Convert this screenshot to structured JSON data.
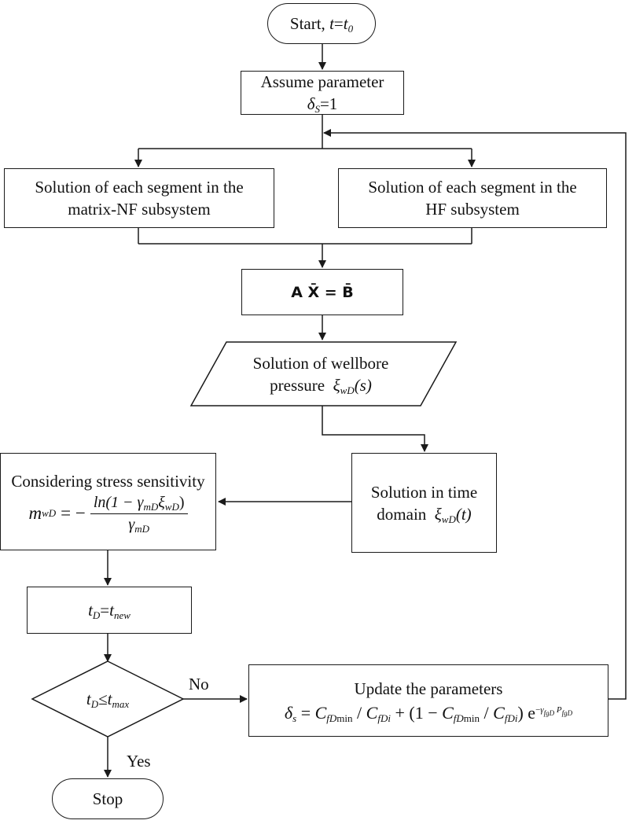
{
  "nodes": {
    "start": {
      "label": "Start, ",
      "var": "t",
      "eq": "=",
      "sub_var": "t",
      "sub": "0"
    },
    "assume": {
      "line1": "Assume parameter",
      "var": "δ",
      "sub": "S",
      "value": "=1"
    },
    "seg_matrix": {
      "line1": "Solution of each segment in the",
      "line2": "matrix-NF subsystem"
    },
    "seg_hf": {
      "line1": "Solution of each segment in the",
      "line2": "HF subsystem"
    },
    "linear_system": {
      "text": "A X̄ = B̄"
    },
    "wellbore": {
      "line1": "Solution of wellbore",
      "line2": "pressure",
      "var": "ξ",
      "sub": "wD",
      "arg": "(s)"
    },
    "time_domain": {
      "line1": "Solution in time",
      "line2": "domain",
      "var": "ξ",
      "sub": "wD",
      "arg": "(t)"
    },
    "stress": {
      "title": "Considering stress sensitivity",
      "lhs": "m",
      "lhs_sub": "wD",
      "eq": "= −",
      "num": "ln(1 − γ",
      "num_sub1": "mD",
      "num_mid": "ξ",
      "num_sub2": "wD",
      "num_end": ")",
      "den": "γ",
      "den_sub": "mD"
    },
    "update_time": {
      "var": "t",
      "sub": "D",
      "eq": "=",
      "var2": "t",
      "sub2": "new"
    },
    "decision": {
      "var": "t",
      "sub": "D",
      "op": "≤",
      "var2": "t",
      "sub2": "max"
    },
    "update_params": {
      "title": "Update the parameters",
      "formula": "δs = CfDmin / CfDi + (1 − CfDmin / CfDi) e^(−γfgD PfgD)"
    },
    "stop": {
      "label": "Stop"
    }
  },
  "edge_labels": {
    "no": "No",
    "yes": "Yes"
  }
}
